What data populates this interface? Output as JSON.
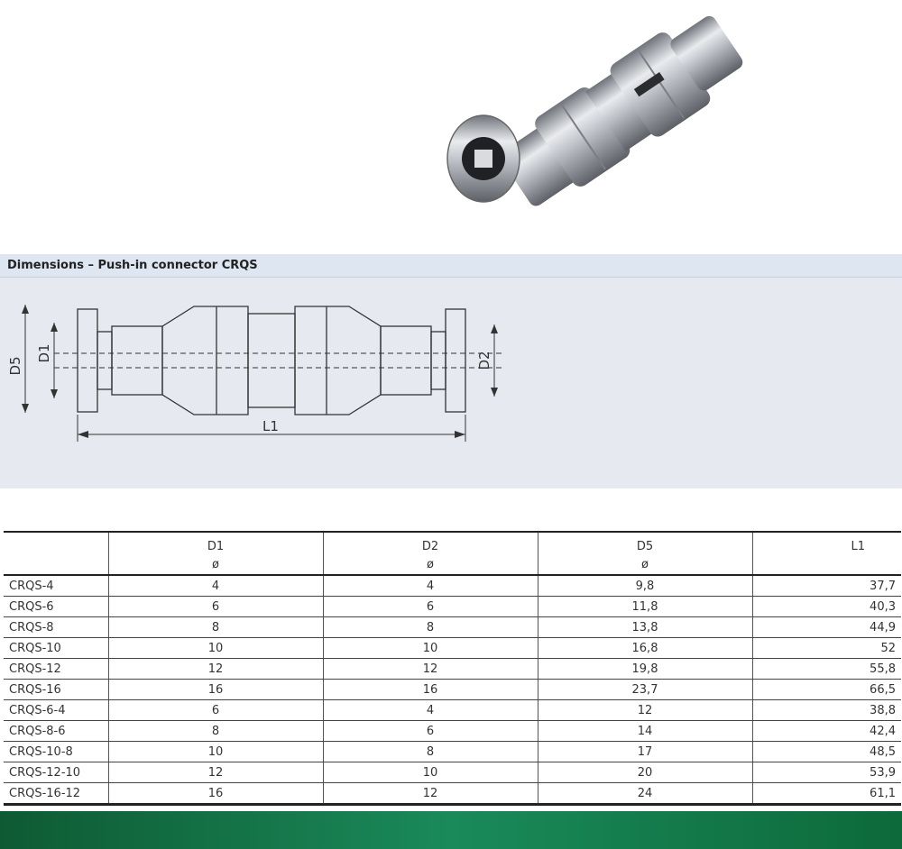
{
  "dimensions": {
    "title": "Dimensions – Push-in connector CRQS",
    "labels": {
      "d5": "D5",
      "d1": "D1",
      "d2": "D2",
      "l1": "L1"
    }
  },
  "table": {
    "headers": [
      {
        "label": "",
        "sub": ""
      },
      {
        "label": "D1",
        "sub": "ø"
      },
      {
        "label": "D2",
        "sub": "ø"
      },
      {
        "label": "D5",
        "sub": "ø"
      },
      {
        "label": "L1",
        "sub": ""
      }
    ],
    "rows": [
      [
        "CRQS-4",
        "4",
        "4",
        "9,8",
        "37,7"
      ],
      [
        "CRQS-6",
        "6",
        "6",
        "11,8",
        "40,3"
      ],
      [
        "CRQS-8",
        "8",
        "8",
        "13,8",
        "44,9"
      ],
      [
        "CRQS-10",
        "10",
        "10",
        "16,8",
        "52"
      ],
      [
        "CRQS-12",
        "12",
        "12",
        "19,8",
        "55,8"
      ],
      [
        "CRQS-16",
        "16",
        "16",
        "23,7",
        "66,5"
      ],
      [
        "CRQS-6-4",
        "6",
        "4",
        "12",
        "38,8"
      ],
      [
        "CRQS-8-6",
        "8",
        "6",
        "14",
        "42,4"
      ],
      [
        "CRQS-10-8",
        "10",
        "8",
        "17",
        "48,5"
      ],
      [
        "CRQS-12-10",
        "12",
        "10",
        "20",
        "53,9"
      ],
      [
        "CRQS-16-12",
        "16",
        "12",
        "24",
        "61,1"
      ]
    ]
  },
  "colors": {
    "footer": "#1a8a5a",
    "panel": "#e6eaf0"
  }
}
